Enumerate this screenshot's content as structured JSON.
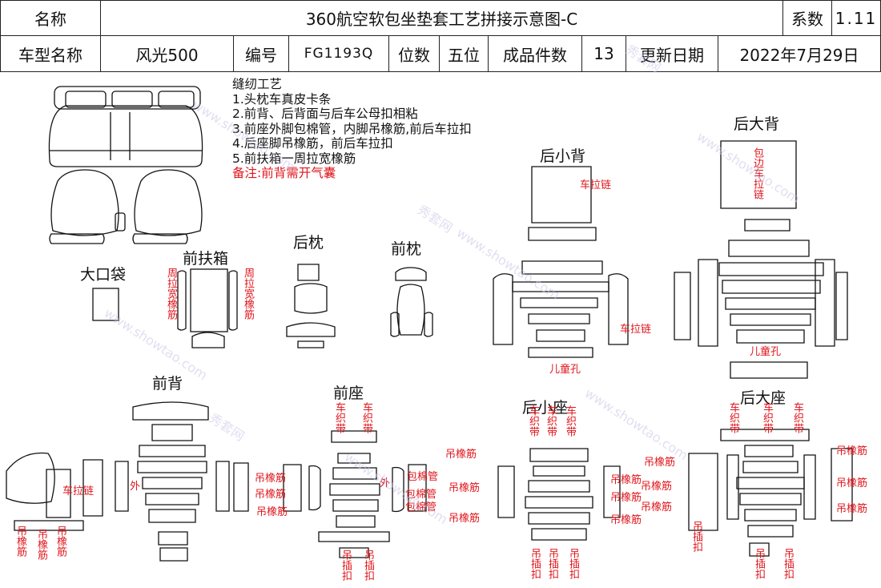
{
  "header": {
    "row1": {
      "name_label": "名称",
      "title": "360航空软包坐垫套工艺拼接示意图-C",
      "coef_label": "系数",
      "coef_value": "1.11"
    },
    "row2": {
      "model_label": "车型名称",
      "model_value": "风光500",
      "code_label": "编号",
      "code_value": "FG1193Q",
      "seat_label": "位数",
      "seat_value": "五位",
      "count_label": "成品件数",
      "count_value": "13",
      "date_label": "更新日期",
      "date_value": "2022年7月29日"
    }
  },
  "notes": {
    "title": "缝纫工艺",
    "items": [
      "1.头枕车真皮卡条",
      "2.前背、后背面与后车公母扣相粘",
      "3.前座外脚包棉管，内脚吊橡筋,前后车拉扣",
      "4.后座脚吊橡筋，前后车拉扣",
      "5.前扶箱一周拉宽橡筋"
    ],
    "remark": "备注:前背需开气囊"
  },
  "section_labels": {
    "big_pocket": "大口袋",
    "front_armrest": "前扶箱",
    "rear_headrest": "后枕",
    "front_headrest": "前枕",
    "rear_small_back": "后小背",
    "rear_big_back": "后大背",
    "front_back": "前背",
    "front_seat": "前座",
    "rear_small_seat": "后小座",
    "rear_big_seat": "后大座"
  },
  "annotations": {
    "zipper": "车拉链",
    "wrap_zipper": "包边车拉链",
    "around_wide_elastic": "周拉宽橡筋",
    "child_hole": "儿童孔",
    "hang_elastic": "吊橡筋",
    "sew_band": "车织带",
    "outer": "外",
    "wrap_cotton_tube": "包棉管",
    "hang_clip": "吊插扣"
  },
  "watermark": {
    "cn": "秀套网",
    "en": "www.showtao.com"
  }
}
